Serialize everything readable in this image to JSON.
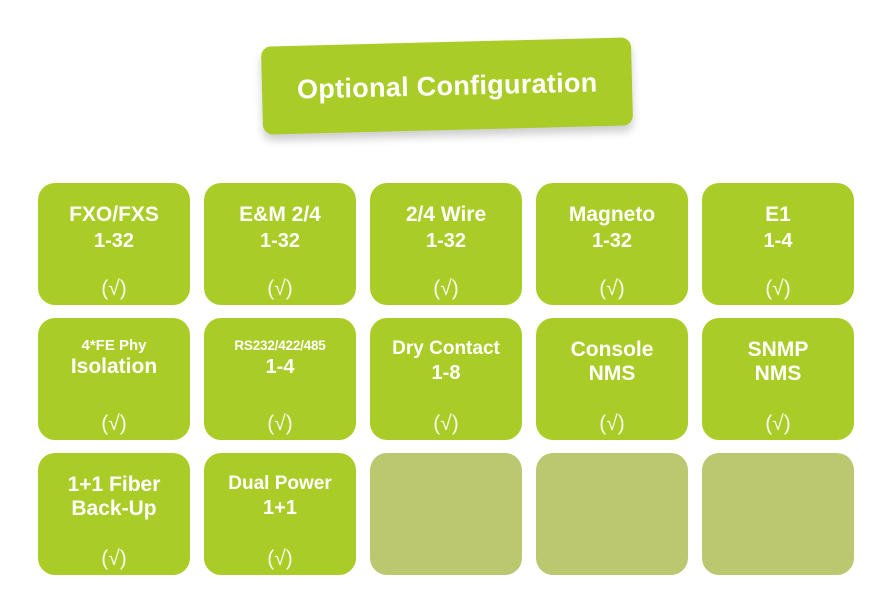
{
  "banner": {
    "title": "Optional Configuration",
    "color": "#a9cc27",
    "text_color": "#ffffff"
  },
  "theme": {
    "active_tile_color": "#a9cc27",
    "muted_tile_color": "#bbc870",
    "label_color": "#ffffff",
    "background": "#ffffff"
  },
  "grid": {
    "columns": 5,
    "rows": 3,
    "tiles": [
      {
        "name": "fxo-fxs",
        "line1": "FXO/FXS",
        "line1_size": "lg",
        "line2": "1-32",
        "check": "(√)",
        "state": "active"
      },
      {
        "name": "em-2-4",
        "line1": "E&M 2/4",
        "line1_size": "lg",
        "line2": "1-32",
        "check": "(√)",
        "state": "active"
      },
      {
        "name": "2-4-wire",
        "line1": "2/4 Wire",
        "line1_size": "lg",
        "line2": "1-32",
        "check": "(√)",
        "state": "active"
      },
      {
        "name": "magneto",
        "line1": "Magneto",
        "line1_size": "lg",
        "line2": "1-32",
        "check": "(√)",
        "state": "active"
      },
      {
        "name": "e1",
        "line1": "E1",
        "line1_size": "lg",
        "line2": "1-4",
        "check": "(√)",
        "state": "active"
      },
      {
        "name": "fe-phy-isolation",
        "line1": "4*FE Phy",
        "line1_size": "sm",
        "line2": "Isolation",
        "line2_size": "big",
        "check": "(√)",
        "state": "active"
      },
      {
        "name": "rs232-422-485",
        "line1": "RS232/422/485",
        "line1_size": "xs",
        "line2": "1-4",
        "check": "(√)",
        "state": "active"
      },
      {
        "name": "dry-contact",
        "line1": "Dry Contact",
        "line1_size": "md",
        "line2": "1-8",
        "check": "(√)",
        "state": "active"
      },
      {
        "name": "console-nms",
        "line1": "Console",
        "line1_size": "lg",
        "line2": "NMS",
        "line2_size": "big",
        "check": "(√)",
        "state": "active"
      },
      {
        "name": "snmp-nms",
        "line1": "SNMP",
        "line1_size": "lg",
        "line2": "NMS",
        "line2_size": "big",
        "check": "(√)",
        "state": "active"
      },
      {
        "name": "fiber-backup",
        "line1": "1+1 Fiber",
        "line1_size": "lg",
        "line2": "Back-Up",
        "line2_size": "big",
        "check": "(√)",
        "state": "active"
      },
      {
        "name": "dual-power",
        "line1": "Dual Power",
        "line1_size": "md",
        "line2": "1+1",
        "check": "(√)",
        "state": "active"
      },
      {
        "name": "empty-slot-1",
        "line1": "",
        "line2": "",
        "check": "",
        "state": "empty"
      },
      {
        "name": "empty-slot-2",
        "line1": "",
        "line2": "",
        "check": "",
        "state": "empty"
      },
      {
        "name": "empty-slot-3",
        "line1": "",
        "line2": "",
        "check": "",
        "state": "empty"
      }
    ]
  }
}
